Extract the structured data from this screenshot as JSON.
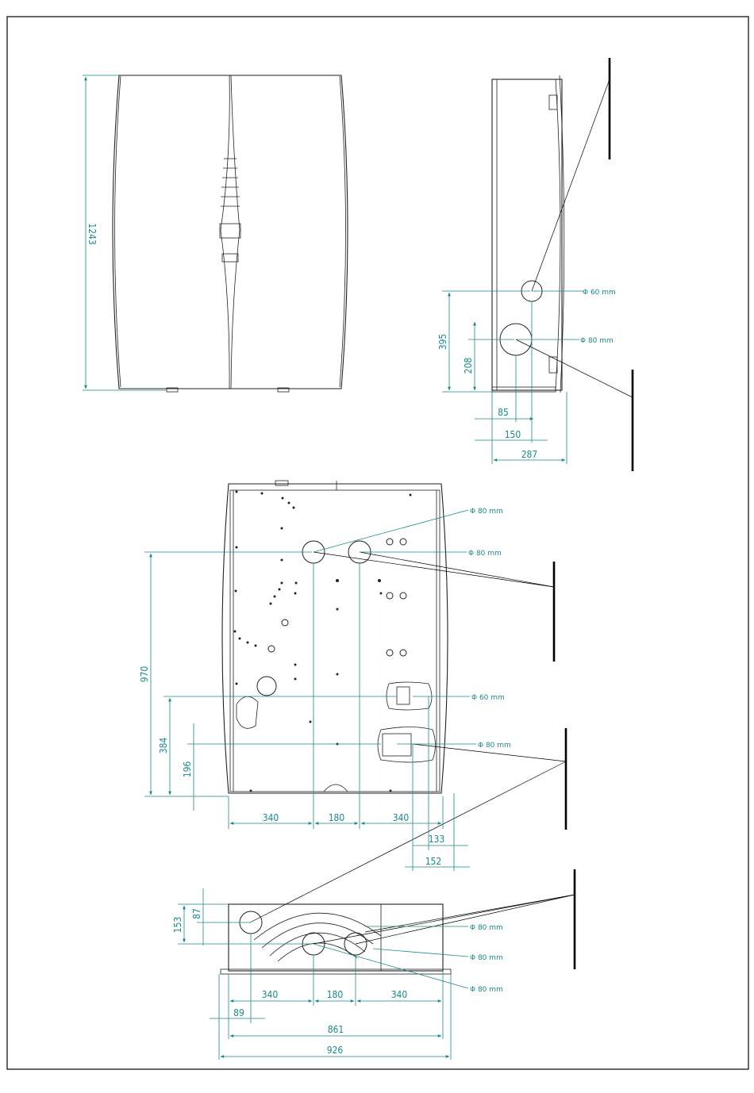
{
  "drawing": {
    "front_view": {
      "height_label": "1243"
    },
    "side_view": {
      "d1_label": "395",
      "d2_label": "208",
      "d3_label": "85",
      "d4_label": "150",
      "d5_label": "287",
      "dia1": "Φ 60 mm",
      "dia2": "Φ 80 mm"
    },
    "back_view": {
      "h1_label": "970",
      "h2_label": "384",
      "h3_label": "196",
      "w1_label": "340",
      "w2_label": "180",
      "w3_label": "340",
      "w4_label": "133",
      "w5_label": "152",
      "dia1": "Φ 80 mm",
      "dia2": "Φ 80 mm",
      "dia3": "Φ 60 mm",
      "dia4": "Φ 80 mm"
    },
    "top_view": {
      "h1_label": "153",
      "h2_label": "87",
      "w1_label": "340",
      "w2_label": "180",
      "w3_label": "340",
      "w4_label": "89",
      "w5_label": "861",
      "w6_label": "926",
      "dia1": "Φ 80 mm",
      "dia2": "Φ 80 mm",
      "dia3": "Φ 80 mm"
    }
  },
  "colors": {
    "dimension": "#1a8a8a",
    "outline": "#222222"
  }
}
